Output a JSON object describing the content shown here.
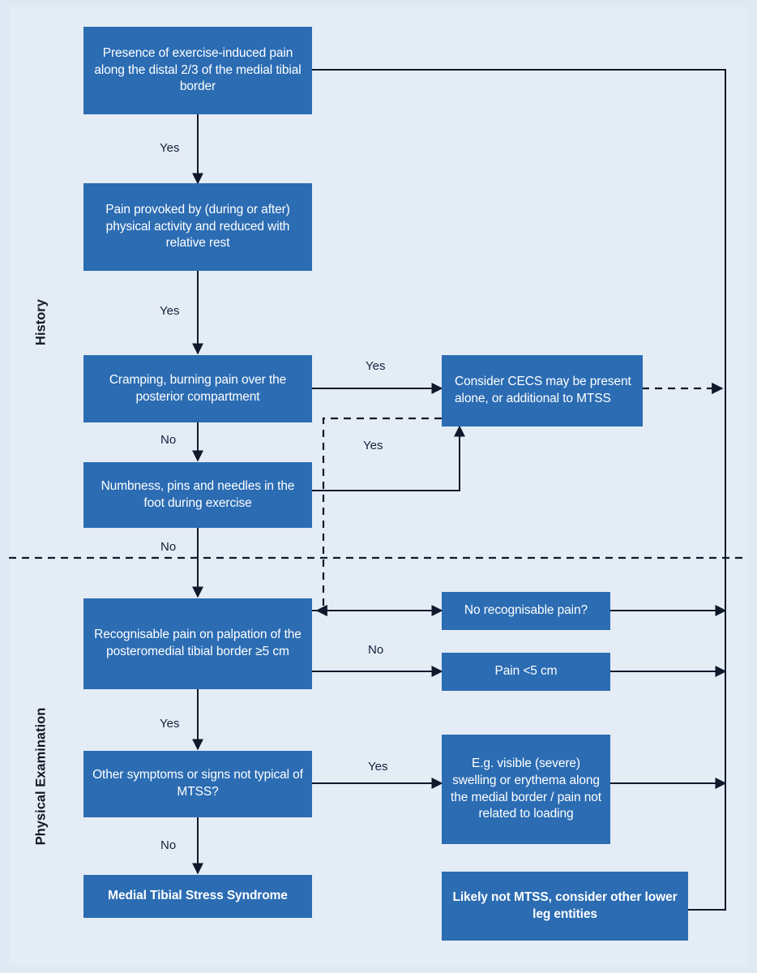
{
  "diagram": {
    "title": "MTSS diagnostic flowchart",
    "background_color": "#e4ecf6",
    "box_color": "#2b6cb3",
    "line_color": "#10182b",
    "text_color": "#ffffff"
  },
  "sections": [
    {
      "id": "history",
      "label": "History"
    },
    {
      "id": "physical-examination",
      "label": "Physical Examination"
    }
  ],
  "nodes": [
    {
      "id": "n1",
      "text": "Presence of exercise-induced pain along the distal 2/3 of the medial tibial border"
    },
    {
      "id": "n2",
      "text": "Pain provoked by (during or after) physical activity and reduced with relative rest"
    },
    {
      "id": "n3",
      "text": "Cramping, burning pain over the posterior compartment"
    },
    {
      "id": "n4",
      "text": "Consider CECS may be present alone, or additional to MTSS"
    },
    {
      "id": "n5",
      "text": "Numbness, pins and needles in the foot during exercise"
    },
    {
      "id": "n6",
      "text": "Recognisable pain on palpation of the posteromedial tibial border ≥5 cm"
    },
    {
      "id": "n7",
      "text": "No recognisable pain?"
    },
    {
      "id": "n8",
      "text": "Pain <5 cm"
    },
    {
      "id": "n9",
      "text": "Other symptoms or signs not typical of MTSS?"
    },
    {
      "id": "n10",
      "text": "E.g. visible (severe) swelling or erythema along the medial border / pain not related to loading"
    },
    {
      "id": "n11",
      "text": "Medial Tibial Stress Syndrome"
    },
    {
      "id": "n12",
      "text": "Likely not MTSS, consider other lower leg entities"
    }
  ],
  "edge_labels": [
    {
      "id": "e1",
      "text": "Yes"
    },
    {
      "id": "e2",
      "text": "Yes"
    },
    {
      "id": "e3",
      "text": "Yes"
    },
    {
      "id": "e4",
      "text": "No"
    },
    {
      "id": "e5",
      "text": "Yes"
    },
    {
      "id": "e6",
      "text": "No"
    },
    {
      "id": "e7",
      "text": "No"
    },
    {
      "id": "e8",
      "text": "Yes"
    },
    {
      "id": "e9",
      "text": "Yes"
    },
    {
      "id": "e10",
      "text": "No"
    }
  ]
}
